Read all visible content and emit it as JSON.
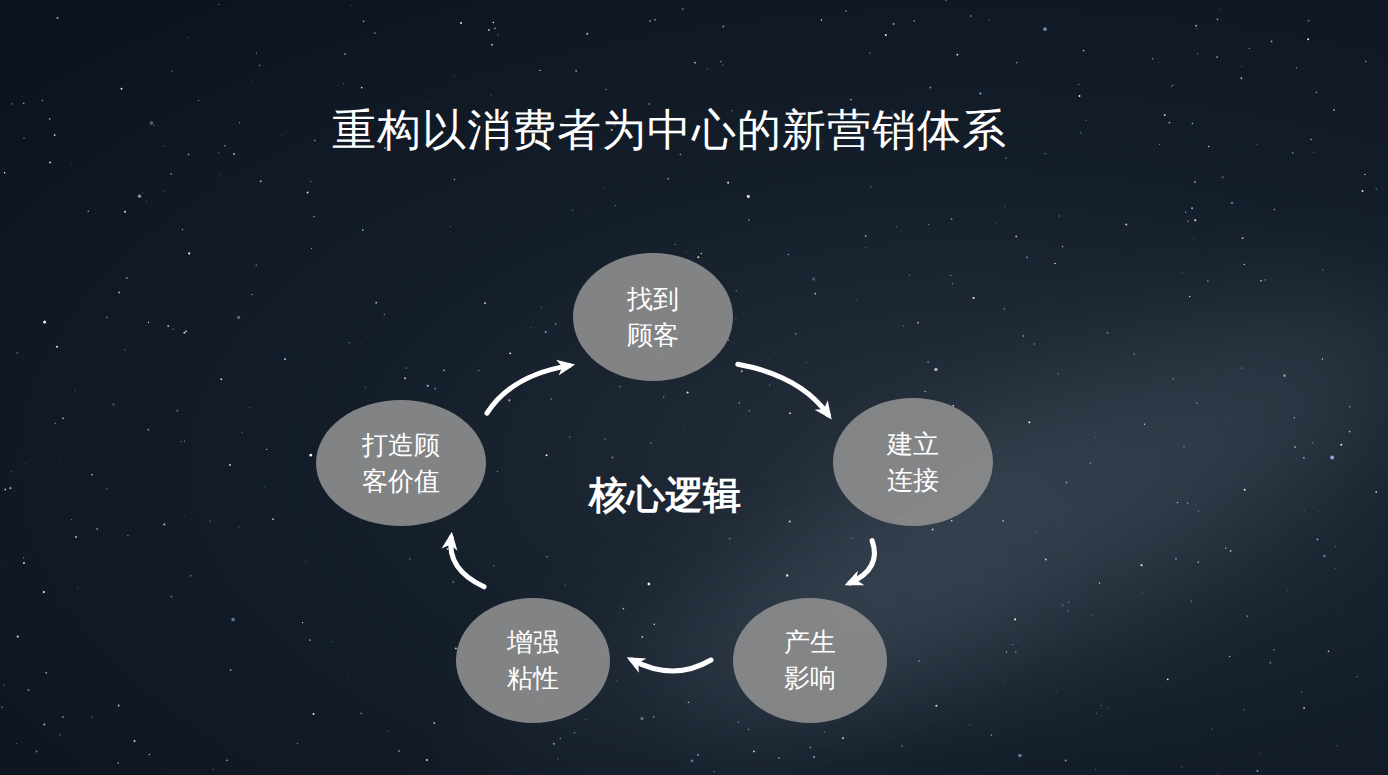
{
  "diagram": {
    "title": "重构以消费者为中心的新营销体系",
    "nodes": [
      {
        "text": [
          "找到 顾客"
        ]
      },
      {
        "text": [
          "建立 连接"
        ]
      },
      {
        "text": [
          "产生 影响"
        ]
      },
      {
        "text": [
          "增强 粘性"
        ]
      },
      {
        "text": [
          "打造顾 客价值"
        ]
      }
    ],
    "edges": [
      {
        "from": 0,
        "to": 1,
        "arrow": "to"
      },
      {
        "from": 1,
        "to": 2,
        "arrow": "to"
      },
      {
        "from": 2,
        "to": 3,
        "arrow": "to"
      },
      {
        "from": 3,
        "to": 4,
        "arrow": "to"
      },
      {
        "from": 4,
        "to": 0,
        "arrow": "to"
      }
    ],
    "labels": [
      "核心逻辑"
    ]
  }
}
